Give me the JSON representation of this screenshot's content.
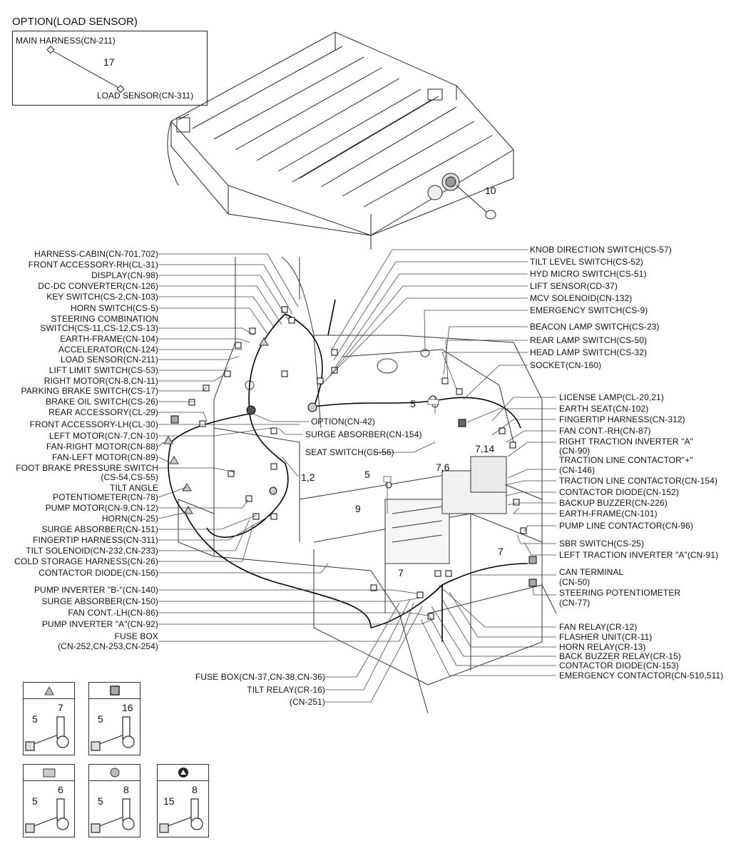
{
  "title": "OPTION(LOAD SENSOR)",
  "option_box": {
    "top_label": "MAIN HARNESS(CN-211)",
    "bottom_label": "LOAD SENSOR(CN-311)",
    "part": "17"
  },
  "top_part": "10",
  "left_labels": [
    "HARNESS-CABIN(CN-701,702)",
    "FRONT ACCESSORY-RH(CL-31)",
    "DISPLAY(CN-98)",
    "DC-DC CONVERTER(CN-126)",
    "KEY SWITCH(CS-2,CN-103)",
    "HORN SWITCH(CS-5)",
    "STEERING COMBINATION",
    "SWITCH(CS-11,CS-12,CS-13)",
    "EARTH-FRAME(CN-104)",
    "ACCELERATOR(CN-124)",
    "LOAD SENSOR(CN-211)",
    "LIFT LIMIT SWITCH(CS-53)",
    "RIGHT MOTOR(CN-8,CN-11)",
    "PARKING BRAKE SWITCH(CS-17)",
    "BRAKE OIL SWITCH(CS-26)",
    "REAR ACCESSORY(CL-29)",
    "FRONT ACCESSORY-LH(CL-30)",
    "LEFT MOTOR(CN-7,CN-10)",
    "FAN-RIGHT MOTOR(CN-88)",
    "FAN-LEFT MOTOR(CN-89)",
    "FOOT BRAKE PRESSURE SWITCH",
    "(CS-54,CS-55)",
    "TILT ANGLE",
    "POTENTIOMETER(CN-78)",
    "PUMP MOTOR(CN-9,CN-12)",
    "HORN(CN-25)",
    "SURGE ABSORBER(CN-151)",
    "FINGERTIP HARNESS(CN-311)",
    "TILT SOLENOID(CN-232,CN-233)",
    "COLD STORAGE HARNESS(CN-26)",
    "CONTACTOR DIODE(CN-156)",
    "PUMP INVERTER \"B-\"(CN-140)",
    "SURGE ABSORBER(CN-150)",
    "FAN CONT.-LH(CN-86)",
    "PUMP INVERTER \"A\"(CN-92)",
    "FUSE BOX",
    "(CN-252,CN-253,CN-254)"
  ],
  "right_labels": [
    "KNOB DIRECTION SWITCH(CS-57)",
    "TILT LEVEL SWITCH(CS-52)",
    "HYD MICRO SWITCH(CS-51)",
    "LIFT SENSOR(CD-37)",
    "MCV SOLENOID(CN-132)",
    "EMERGENCY SWITCH(CS-9)",
    "BEACON LAMP SWITCH(CS-23)",
    "REAR LAMP SWITCH(CS-50)",
    "HEAD LAMP SWITCH(CS-32)",
    "SOCKET(CN-160)",
    "LICENSE LAMP(CL-20,21)",
    "EARTH SEAT(CN-102)",
    "FINGERTIP HARNESS(CN-312)",
    "FAN CONT.-RH(CN-87)",
    "RIGHT TRACTION INVERTER \"A\"",
    "(CN-90)",
    "TRACTION LINE CONTACTOR\"+\"",
    "(CN-146)",
    "TRACTION LINE CONTACTOR(CN-154)",
    "CONTACTOR DIODE(CN-152)",
    "BACKUP BUZZER(CN-226)",
    "EARTH-FRAME(CN-101)",
    "PUMP LINE CONTACTOR(CN-96)",
    "SBR SWITCH(CS-25)",
    "LEFT TRACTION INVERTER \"A\"(CN-91)",
    "CAN TERMINAL",
    "(CN-50)",
    "STEERING POTENTIOMETER",
    "(CN-77)",
    "FAN RELAY(CR-12)",
    "FLASHER UNIT(CR-11)",
    "HORN RELAY(CR-13)",
    "BACK BUZZER RELAY(CR-15)",
    "CONTACTOR DIODE(CN-153)",
    "EMERGENCY CONTACTOR(CN-510,511)"
  ],
  "center_labels": {
    "option": "OPTION(CN-42)",
    "surge": "SURGE ABSORBER(CN-154)",
    "seat": "SEAT SWITCH(CS-56)"
  },
  "bottom_labels": [
    "FUSE BOX(CN-37,CN-38,CN-36)",
    "TILT RELAY(CR-16)",
    "(CN-251)"
  ],
  "callouts": {
    "n5a": "5",
    "n76": "7,6",
    "n714": "7,14",
    "n12": "1,2",
    "n5b": "5",
    "n9": "9",
    "n7a": "7",
    "n7b": "7"
  },
  "legend": [
    {
      "icon": "triangle-dot-icon",
      "a": "5",
      "b": "7"
    },
    {
      "icon": "dotted-square-icon",
      "a": "5",
      "b": "16"
    },
    {
      "icon": "dotted-rect-icon",
      "a": "5",
      "b": "6"
    },
    {
      "icon": "dotted-circle-icon",
      "a": "5",
      "b": "8"
    },
    {
      "icon": "filled-triangle-icon",
      "a": "15",
      "b": "8"
    }
  ]
}
